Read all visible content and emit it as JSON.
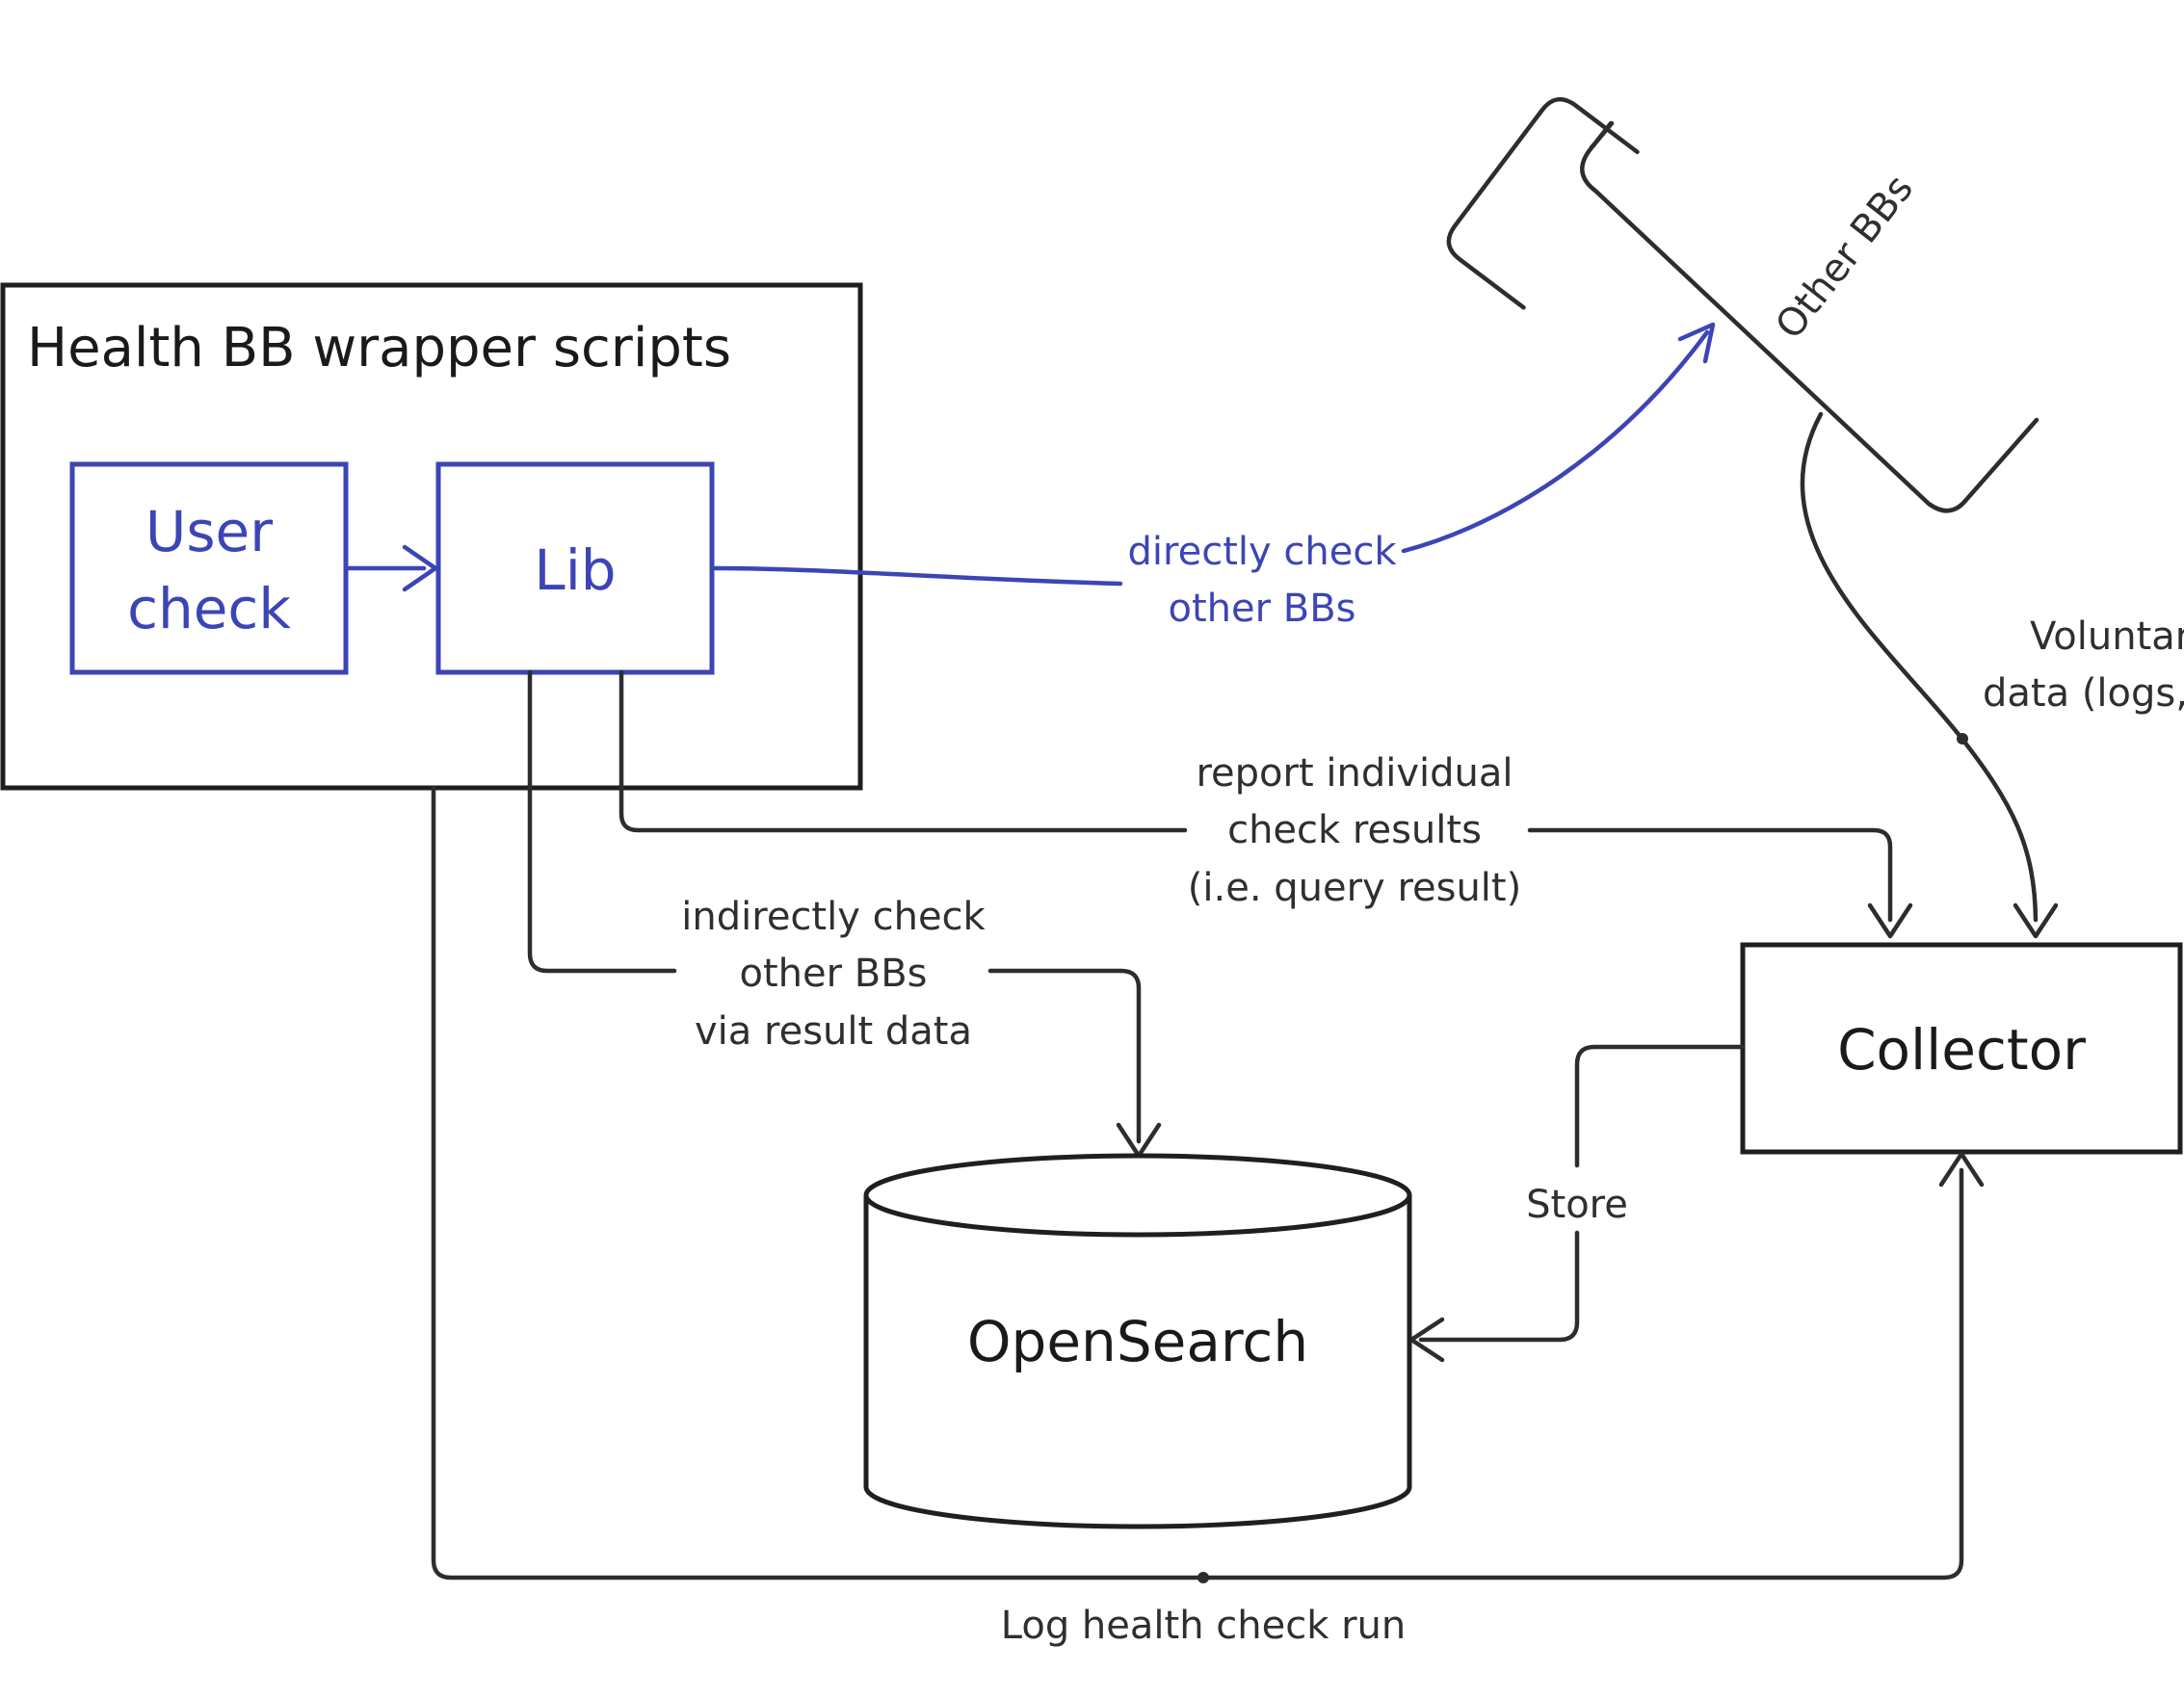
{
  "colors": {
    "ink": "#2d2d2d",
    "accent": "#3c45b5",
    "background": "#ffffff"
  },
  "wrapper": {
    "title": "Health BB wrapper scripts"
  },
  "user_check": {
    "line1": "User",
    "line2": "check"
  },
  "lib": {
    "label": "Lib"
  },
  "other_bbs": {
    "label": "Other BBs"
  },
  "collector": {
    "label": "Collector"
  },
  "opensearch": {
    "label": "OpenSearch"
  },
  "edges": {
    "direct": {
      "line1": "directly check",
      "line2": "other BBs"
    },
    "report": {
      "line1": "report individual",
      "line2": "check results",
      "line3": "(i.e. query result)"
    },
    "indirect": {
      "line1": "indirectly check",
      "line2": "other BBs",
      "line3": "via result data"
    },
    "voluntary": {
      "line1": "Voluntar",
      "line2": "data (logs,"
    },
    "store": {
      "label": "Store"
    },
    "log": {
      "label": "Log health check run"
    }
  }
}
